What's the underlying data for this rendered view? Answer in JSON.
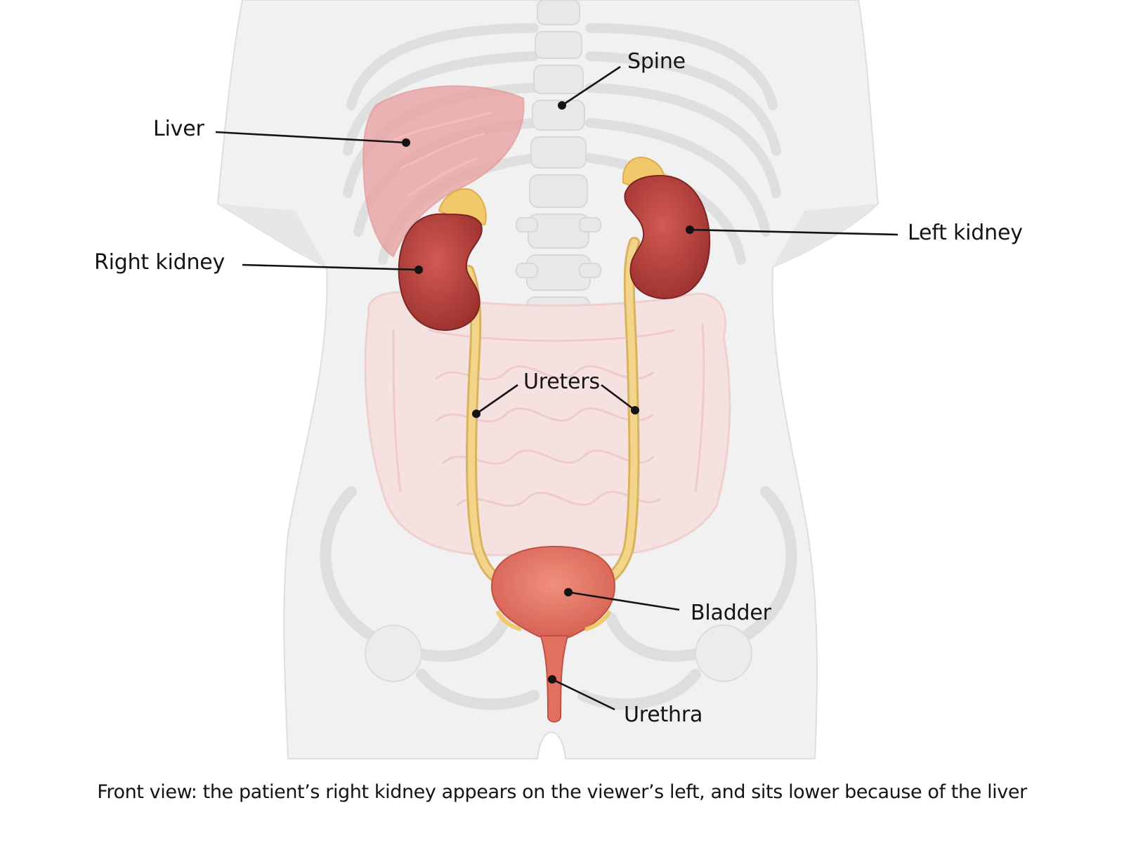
{
  "labels": {
    "spine": "Spine",
    "liver": "Liver",
    "left_kidney": "Left kidney",
    "right_kidney": "Right kidney",
    "ureters": "Ureters",
    "bladder": "Bladder",
    "urethra": "Urethra"
  },
  "caption": "Front view: the patient’s right kidney appears on the viewer’s left, and sits lower because of the liver",
  "colors": {
    "body_fill": "#f0f0f0",
    "bone": "#e6e6e6",
    "liver": "#e9a3a3",
    "intestine": "#f6dcdc",
    "kidney": "#b8403c",
    "adrenal": "#f1c86a",
    "ureter": "#eec973",
    "bladder": "#e2705f",
    "leader": "#141414"
  }
}
